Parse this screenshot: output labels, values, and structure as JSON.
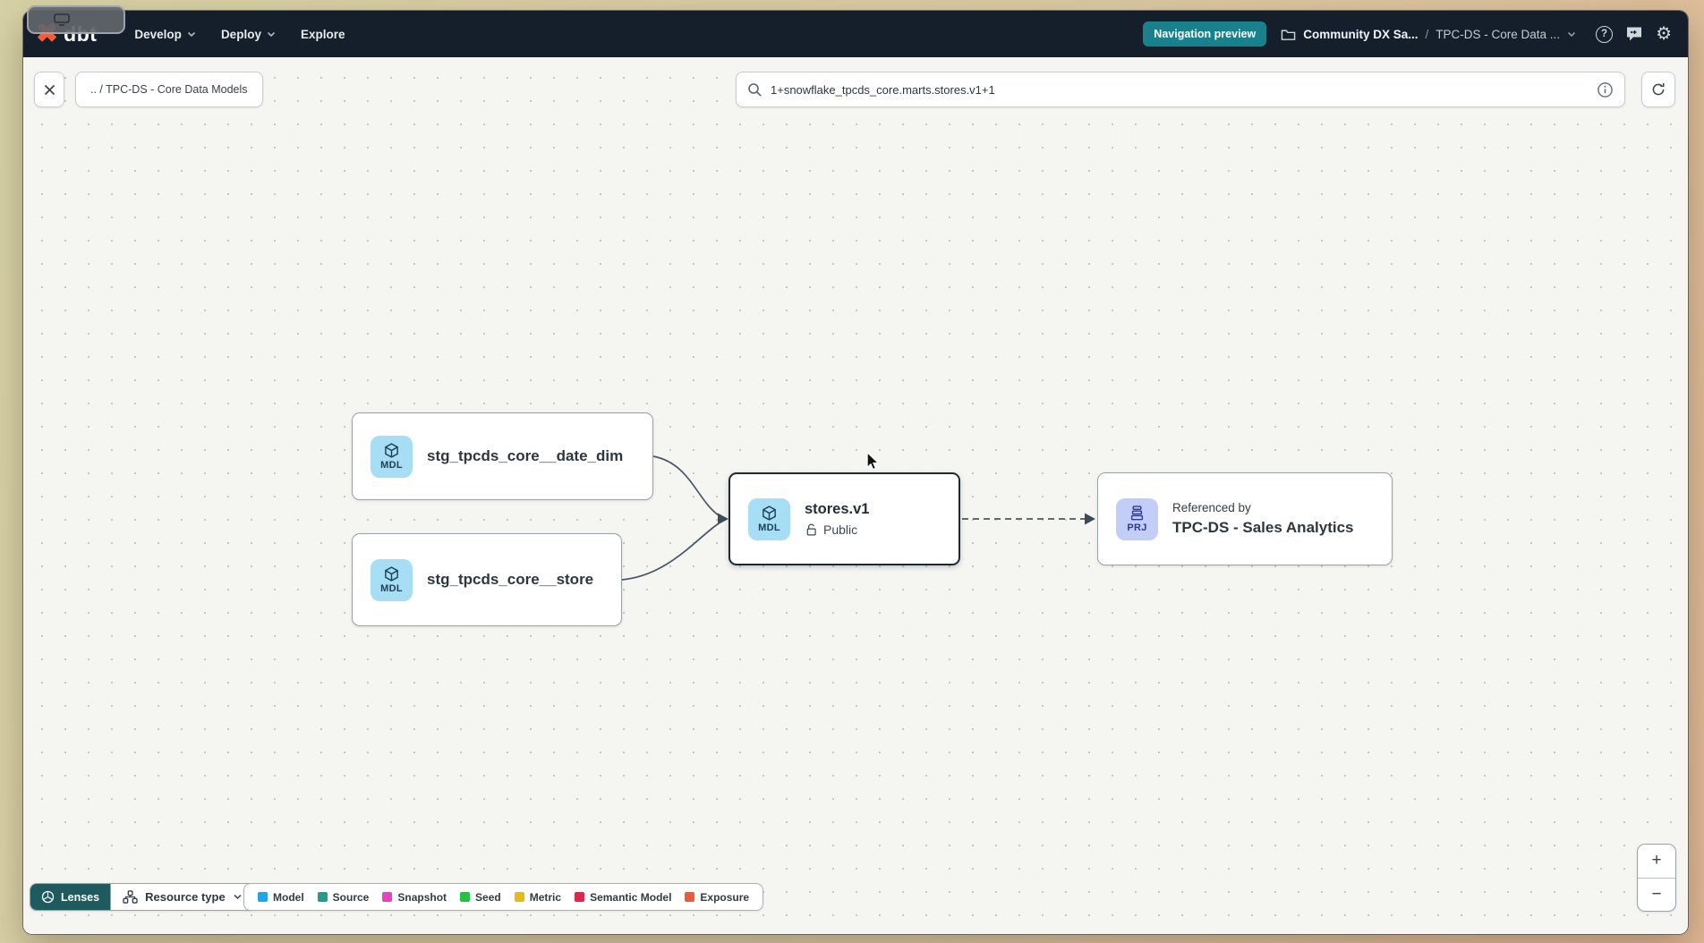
{
  "navbar": {
    "logo_mark": "✖",
    "logo_text": "dbt",
    "menus": [
      {
        "label": "Develop"
      },
      {
        "label": "Deploy"
      },
      {
        "label": "Explore"
      }
    ],
    "preview_badge": "Navigation preview",
    "account": "Community DX Sa...",
    "separator": "/",
    "project": "TPC-DS - Core Data ...",
    "help_glyph": "?",
    "settings_glyph": "⚙"
  },
  "toolbar": {
    "path_chip": ".. / TPC-DS - Core Data Models",
    "search_value": "1+snowflake_tpcds_core.marts.stores.v1+1"
  },
  "graph": {
    "nodes": [
      {
        "badge": "MDL",
        "label": "stg_tpcds_core__date_dim"
      },
      {
        "badge": "MDL",
        "label": "stg_tpcds_core__store"
      },
      {
        "badge": "MDL",
        "label": "stores.v1",
        "access": "Public"
      },
      {
        "badge": "PRJ",
        "subtitle": "Referenced by",
        "label": "TPC-DS - Sales Analytics"
      }
    ]
  },
  "footer": {
    "lenses_label": "Lenses",
    "resource_type_label": "Resource type",
    "legend": [
      {
        "label": "Model",
        "color": "#1ba7ed"
      },
      {
        "label": "Source",
        "color": "#1f9e8e"
      },
      {
        "label": "Snapshot",
        "color": "#ec3fc1"
      },
      {
        "label": "Seed",
        "color": "#1fc63c"
      },
      {
        "label": "Metric",
        "color": "#eaba10"
      },
      {
        "label": "Semantic Model",
        "color": "#e4224b"
      },
      {
        "label": "Exposure",
        "color": "#ed5a35"
      }
    ]
  },
  "zoom_controls": {
    "zoom_in": "+",
    "zoom_out": "−"
  },
  "colors": {
    "mdl_badge_bg": "#a5def5",
    "prj_badge_bg": "#c2cdf8",
    "accent_teal": "#17828c"
  }
}
